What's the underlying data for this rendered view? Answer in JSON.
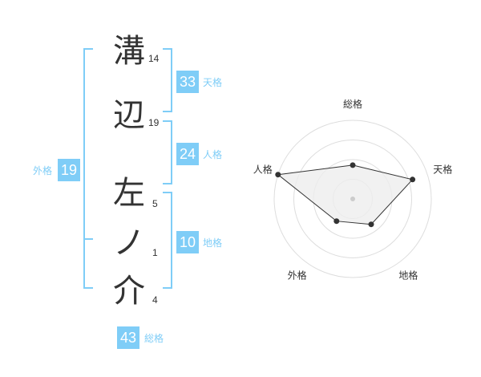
{
  "name": {
    "chars": [
      {
        "char": "溝",
        "strokes": "14"
      },
      {
        "char": "辺",
        "strokes": "19"
      },
      {
        "char": "左",
        "strokes": "5"
      },
      {
        "char": "ノ",
        "strokes": "1"
      },
      {
        "char": "介",
        "strokes": "4"
      }
    ]
  },
  "kaku": {
    "tenkaku": {
      "value": "33",
      "label": "天格"
    },
    "jinkaku": {
      "value": "24",
      "label": "人格"
    },
    "chikaku": {
      "value": "10",
      "label": "地格"
    },
    "gaikaku": {
      "value": "19",
      "label": "外格"
    },
    "soukaku": {
      "value": "43",
      "label": "総格"
    }
  },
  "chart_data": {
    "type": "radar",
    "axes": [
      "総格",
      "天格",
      "地格",
      "外格",
      "人格"
    ],
    "values": [
      0.43,
      0.8,
      0.4,
      0.35,
      1.0
    ],
    "rings": 4,
    "colors": {
      "accent": "#7fcdf7",
      "fill": "#eeeeee",
      "line": "#333333",
      "ring": "#dddddd"
    }
  }
}
